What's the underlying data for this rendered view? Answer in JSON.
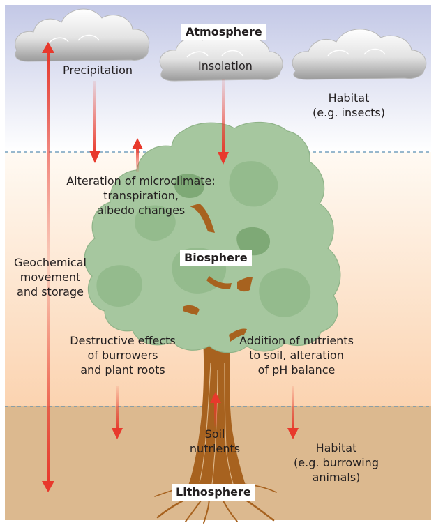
{
  "zones": {
    "atmosphere": "Atmosphere",
    "biosphere": "Biosphere",
    "lithosphere": "Lithosphere"
  },
  "labels": {
    "precipitation": "Precipitation",
    "insolation": "Insolation",
    "habitat_air": [
      "Habitat",
      "(e.g. insects)"
    ],
    "microclimate": [
      "Alteration of microclimate:",
      "transpiration,",
      "albedo changes"
    ],
    "geochemical": [
      "Geochemical",
      "movement",
      "and storage"
    ],
    "destructive": [
      "Destructive effects",
      "of burrowers",
      "and plant roots"
    ],
    "nutrients_added": [
      "Addition of nutrients",
      "to soil, alteration",
      "of pH balance"
    ],
    "soil_nutrients": [
      "Soil",
      "nutrients"
    ],
    "habitat_soil": [
      "Habitat",
      "(e.g. burrowing",
      "animals)"
    ]
  },
  "colors": {
    "sky_top": "#c3c8e6",
    "sky_bottom": "#ffffff",
    "bio_top": "#fffaf3",
    "bio_bottom": "#fbd3b0",
    "soil": "#dcb98f",
    "boundary": "#5a8fb3",
    "arrow": "#e8392c",
    "foliage": "#a6c79f",
    "foliage_dark": "#7ea976",
    "trunk": "#a7621f"
  }
}
